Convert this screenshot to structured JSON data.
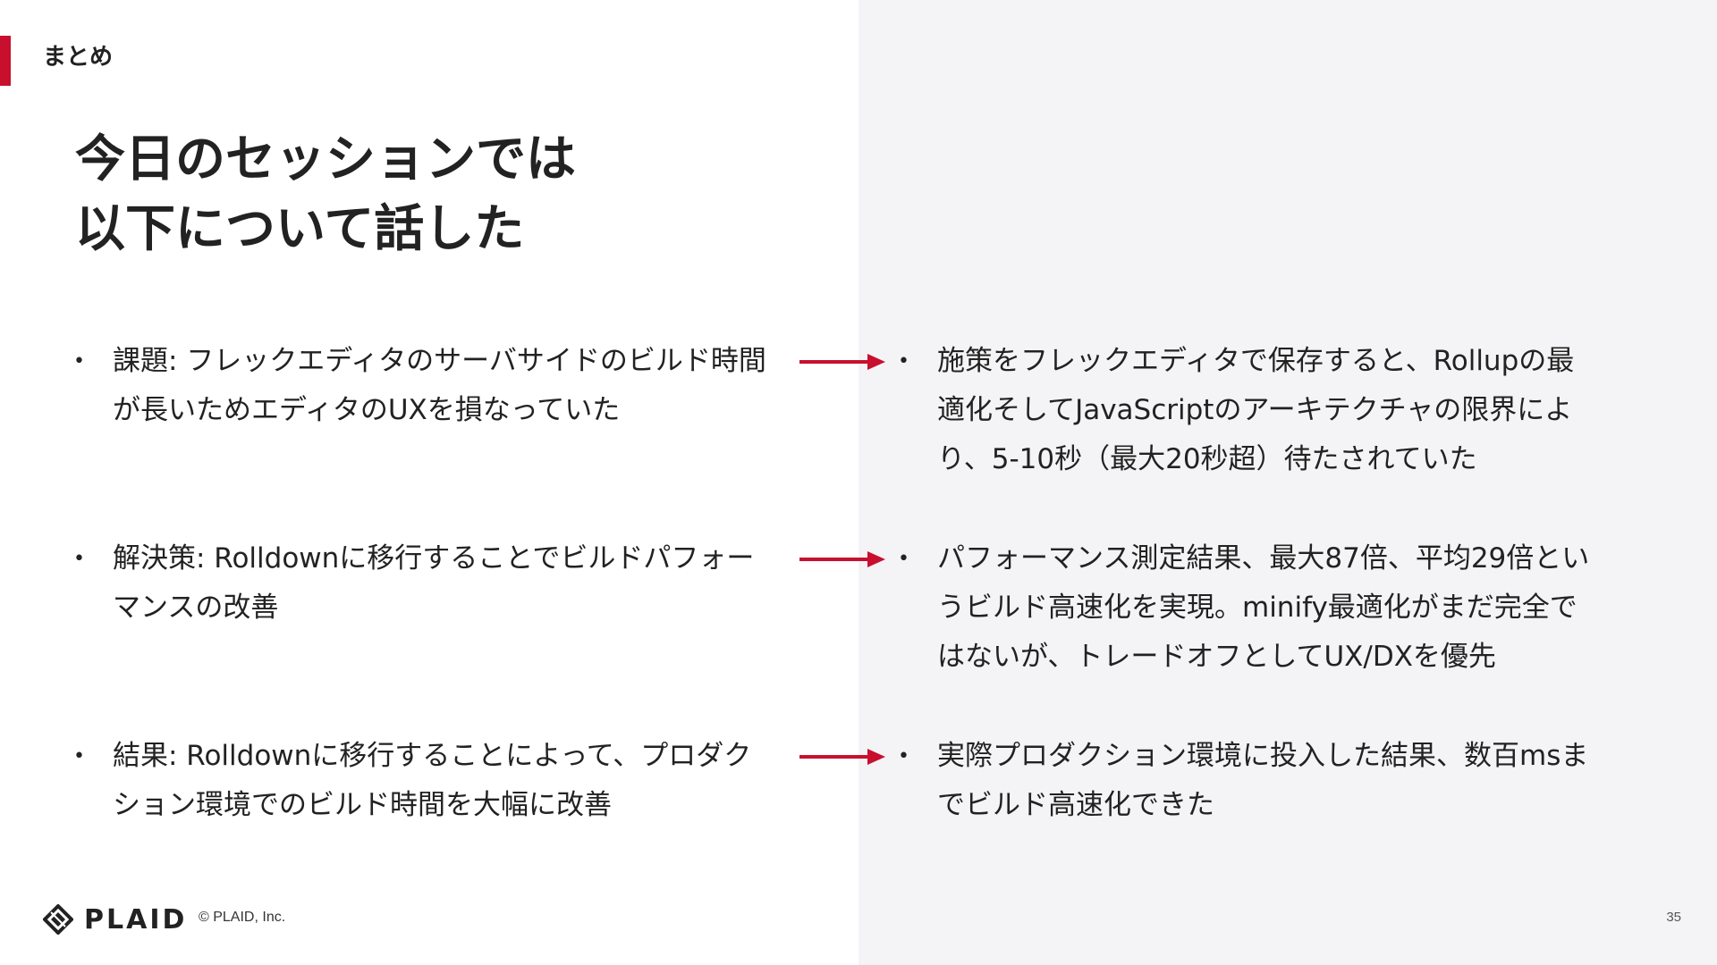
{
  "slide": {
    "section_label": "まとめ",
    "headline": [
      "今日のセッションでは",
      "以下について話した"
    ],
    "accent_color": "#c8102e",
    "right_panel_color": "#f4f4f6"
  },
  "rows": [
    {
      "left_lines": [
        "課題: フレックエディタのサーバサイドのビルド時間",
        "が長いためエディタのUXを損なっていた"
      ],
      "right_lines": [
        "施策をフレックエディタで保存すると、Rollupの最",
        "適化そしてJavaScriptのアーキテクチャの限界によ",
        "り、5-10秒（最大20秒超）待たされていた"
      ]
    },
    {
      "left_lines": [
        "解決策: Rolldownに移行することでビルドパフォー",
        "マンスの改善"
      ],
      "right_lines": [
        "パフォーマンス測定結果、最大87倍、平均29倍とい",
        "うビルド高速化を実現。minify最適化がまだ完全で",
        "はないが、トレードオフとしてUX/DXを優先"
      ]
    },
    {
      "left_lines": [
        "結果: Rolldownに移行することによって、プロダク",
        "ション環境でのビルド時間を大幅に改善"
      ],
      "right_lines": [
        "実際プロダクション環境に投入した結果、数百msま",
        "でビルド高速化できた"
      ]
    }
  ],
  "bullet_symbol": "•",
  "arrow_icon": "right-arrow-icon",
  "footer": {
    "logo_text": "PLAID",
    "logo_icon": "plaid-logo-icon",
    "copyright": "© PLAID, Inc.",
    "page_number": "35"
  }
}
